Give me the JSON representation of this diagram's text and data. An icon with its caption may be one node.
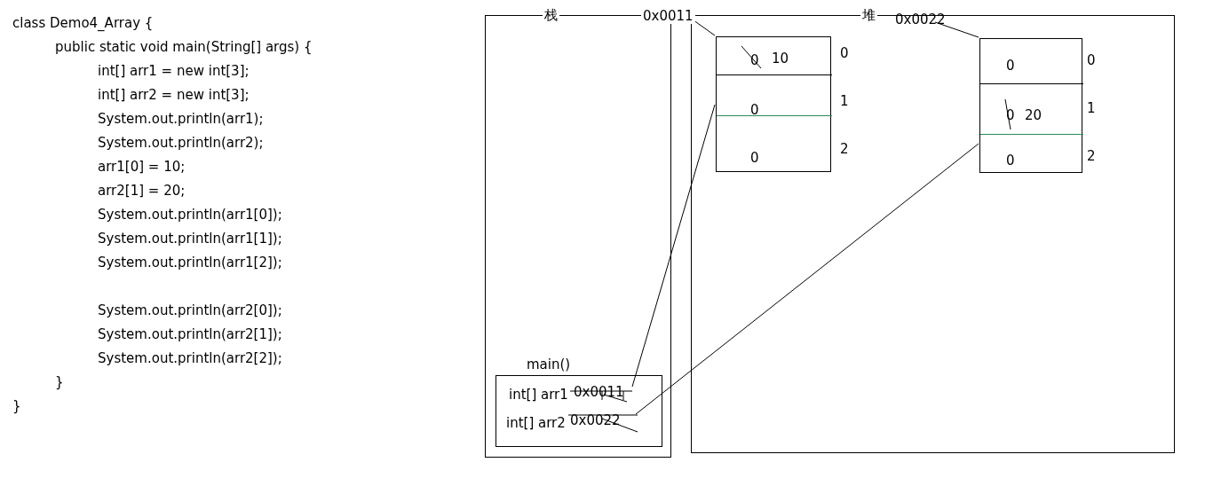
{
  "diagram": {
    "nodes": [
      {
        "text": [
          "栈"
        ]
      },
      {
        "text": [
          "main()"
        ],
        "in": 0
      },
      {
        "text": [
          "int[] arr1",
          "0x0011"
        ],
        "in": 1
      },
      {
        "text": [
          "int[] arr2",
          "0x0022"
        ],
        "in": 1
      },
      {
        "text": [
          "堆"
        ]
      },
      {
        "text": [
          "0x0011"
        ]
      },
      {
        "text": [],
        "shape": "box",
        "in": 4
      },
      {
        "text": [
          "0",
          "10"
        ],
        "in": 6
      },
      {
        "text": [
          "0"
        ],
        "in": 6
      },
      {
        "text": [
          "0"
        ],
        "in": 6
      },
      {
        "text": [
          "0x0022"
        ],
        "in": 4
      },
      {
        "text": [],
        "shape": "box",
        "in": 4
      },
      {
        "text": [
          "0"
        ],
        "in": 11
      },
      {
        "text": [
          "0",
          "20"
        ],
        "in": 11
      },
      {
        "text": [
          "0"
        ],
        "in": 11
      }
    ],
    "edges": [
      {
        "from": 5,
        "to": 6,
        "arrow": "none"
      },
      {
        "from": 10,
        "to": 11,
        "arrow": "none"
      },
      {
        "from": 2,
        "to": 6,
        "arrow": "none"
      },
      {
        "from": 3,
        "to": 11,
        "arrow": "none"
      }
    ],
    "labels": [
      "class Demo4_Array {",
      "public static void main(String[] args) {",
      "int[] arr1 = new int[3];",
      "int[] arr2 = new int[3];",
      "System.out.println(arr1);",
      "System.out.println(arr2);",
      "arr1[0] = 10;",
      "arr2[1] = 20;",
      "System.out.println(arr1[0]);",
      "System.out.println(arr1[1]);",
      "System.out.println(arr1[2]);",
      "System.out.println(arr2[0]);",
      "System.out.println(arr2[1]);",
      "System.out.println(arr2[2]);",
      "}",
      "}",
      "0",
      "1",
      "2",
      "0",
      "1",
      "2"
    ]
  }
}
